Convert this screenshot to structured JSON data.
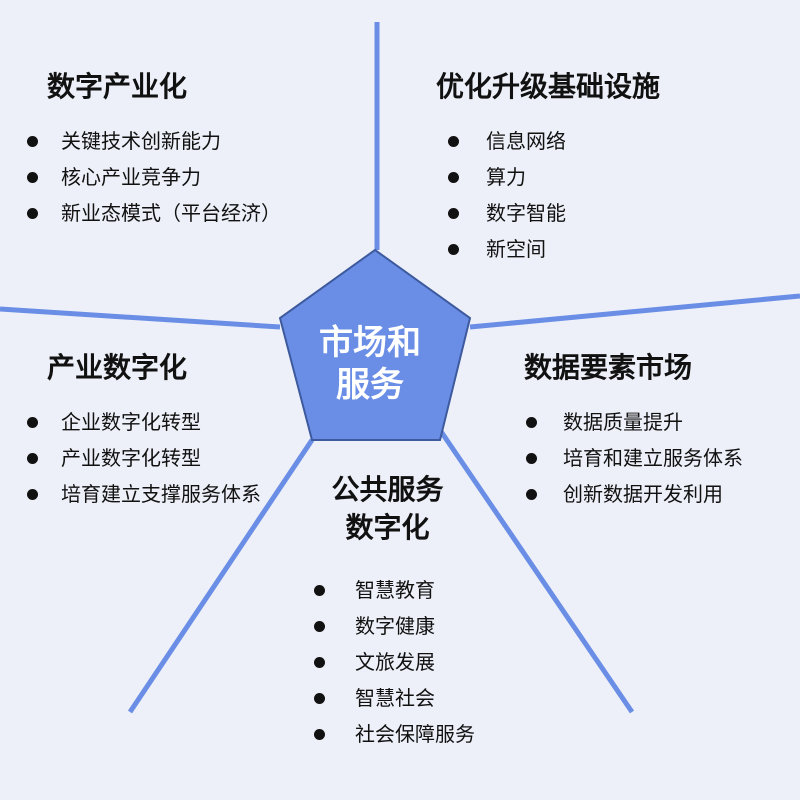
{
  "center": {
    "label_line1": "市场和",
    "label_line2": "服务",
    "fill_color": "#6a8ee6",
    "border_color": "#3d5a9e"
  },
  "line_color": "#6a8ee6",
  "sections": {
    "top_left": {
      "title": "数字产业化",
      "items": [
        "关键技术创新能力",
        "核心产业竞争力",
        "新业态模式（平台经济）"
      ]
    },
    "top_right": {
      "title": "优化升级基础设施",
      "items": [
        "信息网络",
        "算力",
        "数字智能",
        "新空间"
      ]
    },
    "middle_left": {
      "title": "产业数字化",
      "items": [
        "企业数字化转型",
        "产业数字化转型",
        "培育建立支撑服务体系"
      ]
    },
    "middle_right": {
      "title": "数据要素市场",
      "items": [
        "数据质量提升",
        "培育和建立服务体系",
        "创新数据开发利用"
      ]
    },
    "bottom_center": {
      "title_line1": "公共服务",
      "title_line2": "数字化",
      "items": [
        "智慧教育",
        "数字健康",
        "文旅发展",
        "智慧社会",
        "社会保障服务"
      ]
    }
  }
}
